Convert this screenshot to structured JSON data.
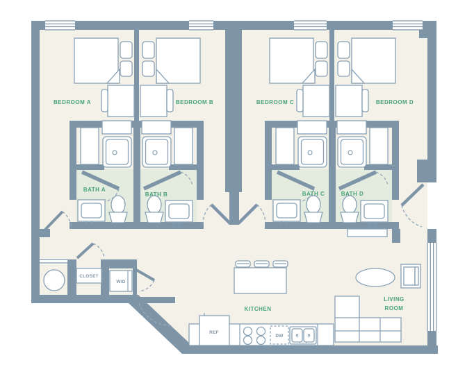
{
  "colors": {
    "wall": "#7e94a7",
    "floor": "#f4f1e9",
    "bath": "#e4ebdf",
    "accent": "#47a379",
    "line": "#87a0b3",
    "muted": "#8496a8",
    "dash": "#95aabb"
  },
  "rooms": {
    "bedroom_a": "BEDROOM A",
    "bedroom_b": "BEDROOM B",
    "bedroom_c": "BEDROOM C",
    "bedroom_d": "BEDROOM D",
    "bath_a": "BATH A",
    "bath_b": "BATH B",
    "bath_c": "BATH C",
    "bath_d": "BATH D",
    "kitchen": "KITCHEN",
    "living_line1": "LIVING",
    "living_line2": "ROOM",
    "closet": "CLOSET",
    "washer_dryer": "W/D"
  },
  "appliances": {
    "refrigerator": "REF",
    "dishwasher": "DW"
  },
  "fixtures": [
    "bed-icon",
    "pillow-icon",
    "desk-icon",
    "chair-icon",
    "wardrobe-icon",
    "vanity-icon",
    "shower-icon",
    "toilet-icon",
    "sink-icon",
    "washer-dryer-icon",
    "round-table-icon",
    "kitchen-island-icon",
    "bar-stool-icon",
    "refrigerator-icon",
    "cooktop-icon",
    "dishwasher-icon",
    "double-sink-icon",
    "sectional-sofa-icon",
    "coffee-table-icon",
    "armchair-icon",
    "media-console-icon",
    "bench-icon",
    "door-swing-icon",
    "window-icon"
  ]
}
